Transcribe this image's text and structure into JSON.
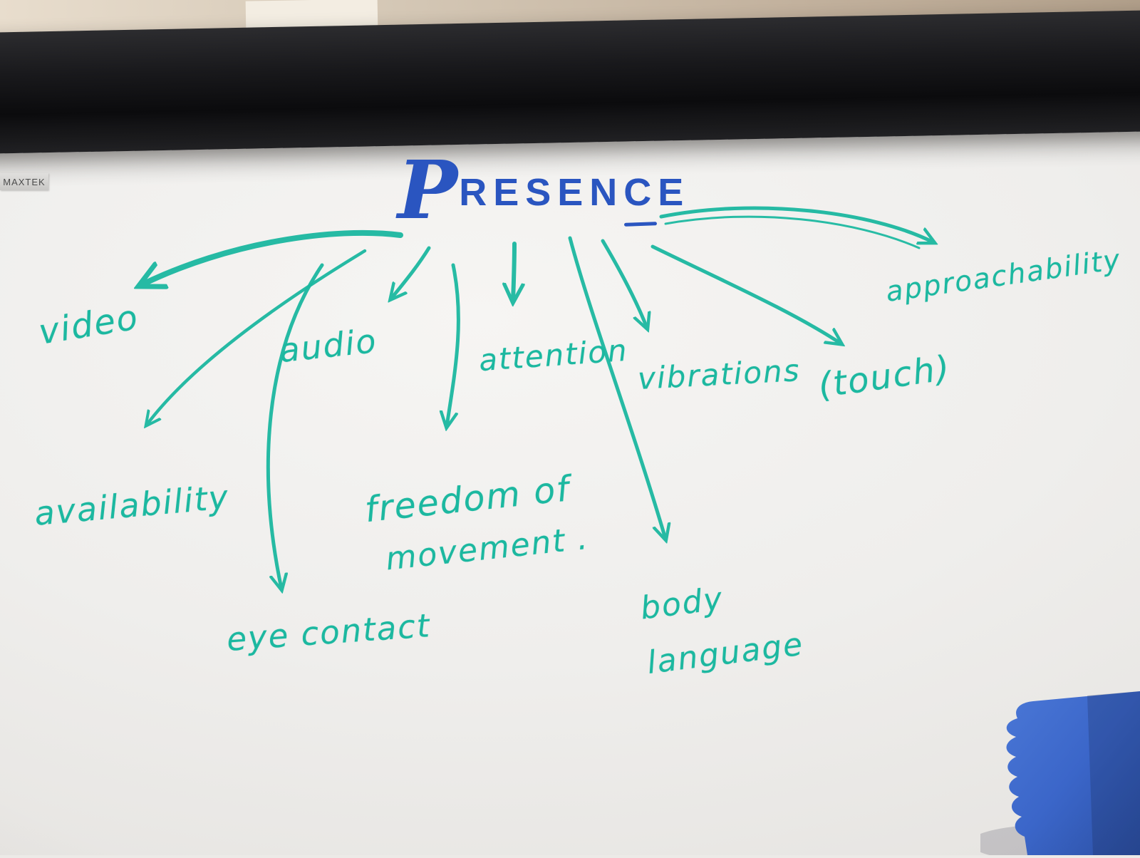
{
  "scene": {
    "brand_label": "MAXTEK",
    "marker_color": "#1cb8a0",
    "title_color": "#2a55c0",
    "board_color": "#efeeec",
    "eraser_color": "#3b66c9"
  },
  "diagram": {
    "title": "PRESENCE",
    "title_first": "P",
    "title_rest": "RESENCE",
    "nodes": [
      {
        "id": "video",
        "lines": [
          "video"
        ]
      },
      {
        "id": "audio",
        "lines": [
          "audio"
        ]
      },
      {
        "id": "attention",
        "lines": [
          "attention"
        ]
      },
      {
        "id": "vibrations",
        "lines": [
          "vibrations"
        ]
      },
      {
        "id": "touch",
        "lines": [
          "(touch)"
        ]
      },
      {
        "id": "approachability",
        "lines": [
          "approachability"
        ]
      },
      {
        "id": "availability",
        "lines": [
          "availability"
        ]
      },
      {
        "id": "freedom-of-movement",
        "lines": [
          "freedom of",
          "movement ."
        ]
      },
      {
        "id": "eye-contact",
        "lines": [
          "eye contact"
        ]
      },
      {
        "id": "body-language",
        "lines": [
          "body",
          "language"
        ]
      }
    ]
  }
}
